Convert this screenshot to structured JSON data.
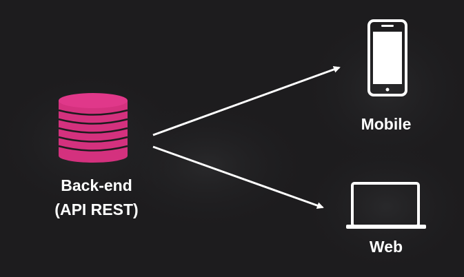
{
  "diagram": {
    "backend": {
      "line1": "Back-end",
      "line2": "(API REST)",
      "icon": "database-icon",
      "color": "#d4317e"
    },
    "targets": [
      {
        "label": "Mobile",
        "icon": "smartphone-icon"
      },
      {
        "label": "Web",
        "icon": "laptop-icon"
      }
    ],
    "background_color": "#1d1c1e",
    "line_color": "#ffffff"
  }
}
